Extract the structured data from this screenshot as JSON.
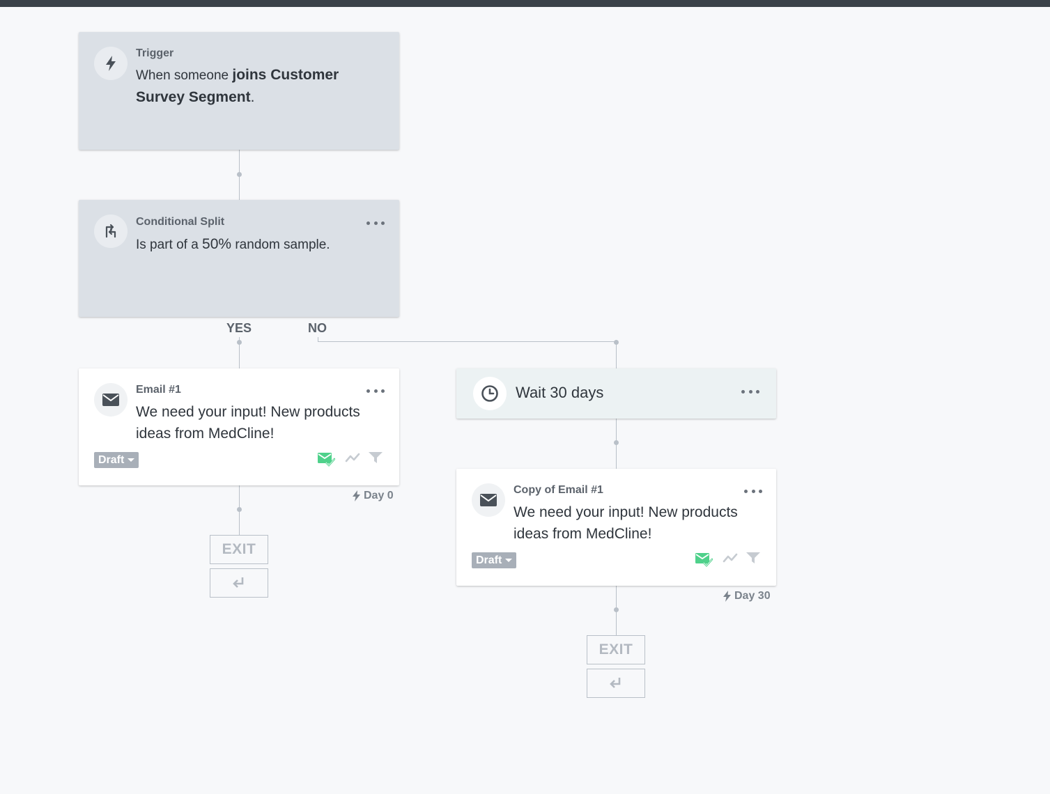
{
  "trigger": {
    "label": "Trigger",
    "text_prefix": "When someone ",
    "text_emphasis": "joins Customer Survey Segment",
    "text_suffix": "."
  },
  "split": {
    "label": "Conditional Split",
    "text_prefix": "Is part of a ",
    "text_emphasis": "50%",
    "text_suffix": " random sample.",
    "yes_label": "YES",
    "no_label": "NO"
  },
  "email1": {
    "label": "Email #1",
    "subject": "We need your input! New products ideas from MedCline!",
    "status": "Draft",
    "day": "Day 0"
  },
  "wait": {
    "text": "Wait 30 days"
  },
  "email2": {
    "label": "Copy of Email #1",
    "subject": "We need your input! New products ideas from MedCline!",
    "status": "Draft",
    "day": "Day 30"
  },
  "exit_label": "EXIT",
  "colors": {
    "topbar": "#3b4249",
    "canvas": "#f7f8fa",
    "card_gray": "#dbe0e6",
    "card_wait": "#ecf2f3",
    "connector": "#b9c0c8",
    "success_green": "#4fd18b",
    "draft_badge": "#a8afb8"
  },
  "icons": {
    "trigger": "lightning-icon",
    "split": "split-icon",
    "email": "envelope-icon",
    "wait": "clock-icon",
    "menu": "more-dots-icon",
    "email_ok": "email-check-icon",
    "trend": "trend-icon",
    "filter": "filter-icon",
    "return": "return-arrow-icon"
  }
}
